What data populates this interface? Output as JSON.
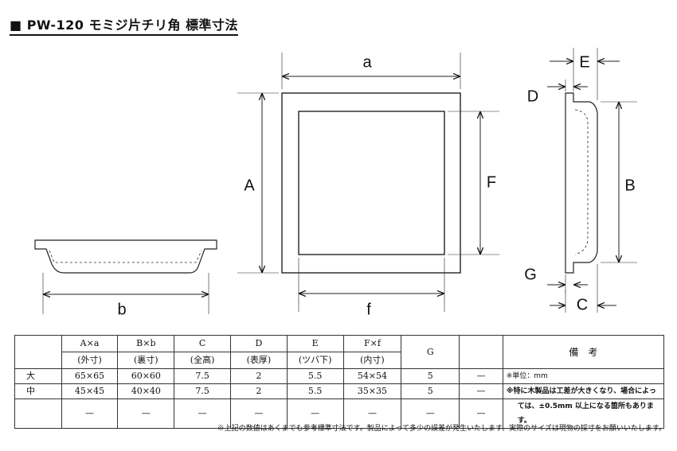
{
  "title": "■ PW-120 モミジ片チリ角 標準寸法",
  "dimension_labels": {
    "a": "a",
    "A": "A",
    "b": "b",
    "f": "f",
    "F": "F",
    "B": "B",
    "C": "C",
    "D": "D",
    "E": "E",
    "G": "G"
  },
  "table": {
    "headers": [
      {
        "top": "",
        "bottom": ""
      },
      {
        "top": "A×a",
        "bottom": "(外寸)"
      },
      {
        "top": "B×b",
        "bottom": "(裏寸)"
      },
      {
        "top": "C",
        "bottom": "(全高)"
      },
      {
        "top": "D",
        "bottom": "(表厚)"
      },
      {
        "top": "E",
        "bottom": "(ツバ下)"
      },
      {
        "top": "F×f",
        "bottom": "(内寸)"
      },
      {
        "top": "G",
        "bottom": ""
      },
      {
        "top": "",
        "bottom": ""
      }
    ],
    "remarks_header": "備　考",
    "rows": [
      {
        "size": "大",
        "cells": [
          "65×65",
          "60×60",
          "7.5",
          "2",
          "5.5",
          "54×54",
          "5",
          "—"
        ]
      },
      {
        "size": "中",
        "cells": [
          "45×45",
          "40×40",
          "7.5",
          "2",
          "5.5",
          "35×35",
          "5",
          "—"
        ]
      },
      {
        "size": "",
        "cells": [
          "—",
          "—",
          "—",
          "—",
          "—",
          "—",
          "—",
          "—"
        ]
      }
    ],
    "remarks": [
      "※単位：mm",
      "※特に木製品は工差が大きくなり、場合によっ",
      "ては、±0.5mm 以上になる箇所もあります。"
    ]
  },
  "footnote": "※上記の数値はあくまでも参考標準寸法です。製品によって多少の誤差が発生いたします。実際のサイズは現物の採寸をお願いいたします。"
}
